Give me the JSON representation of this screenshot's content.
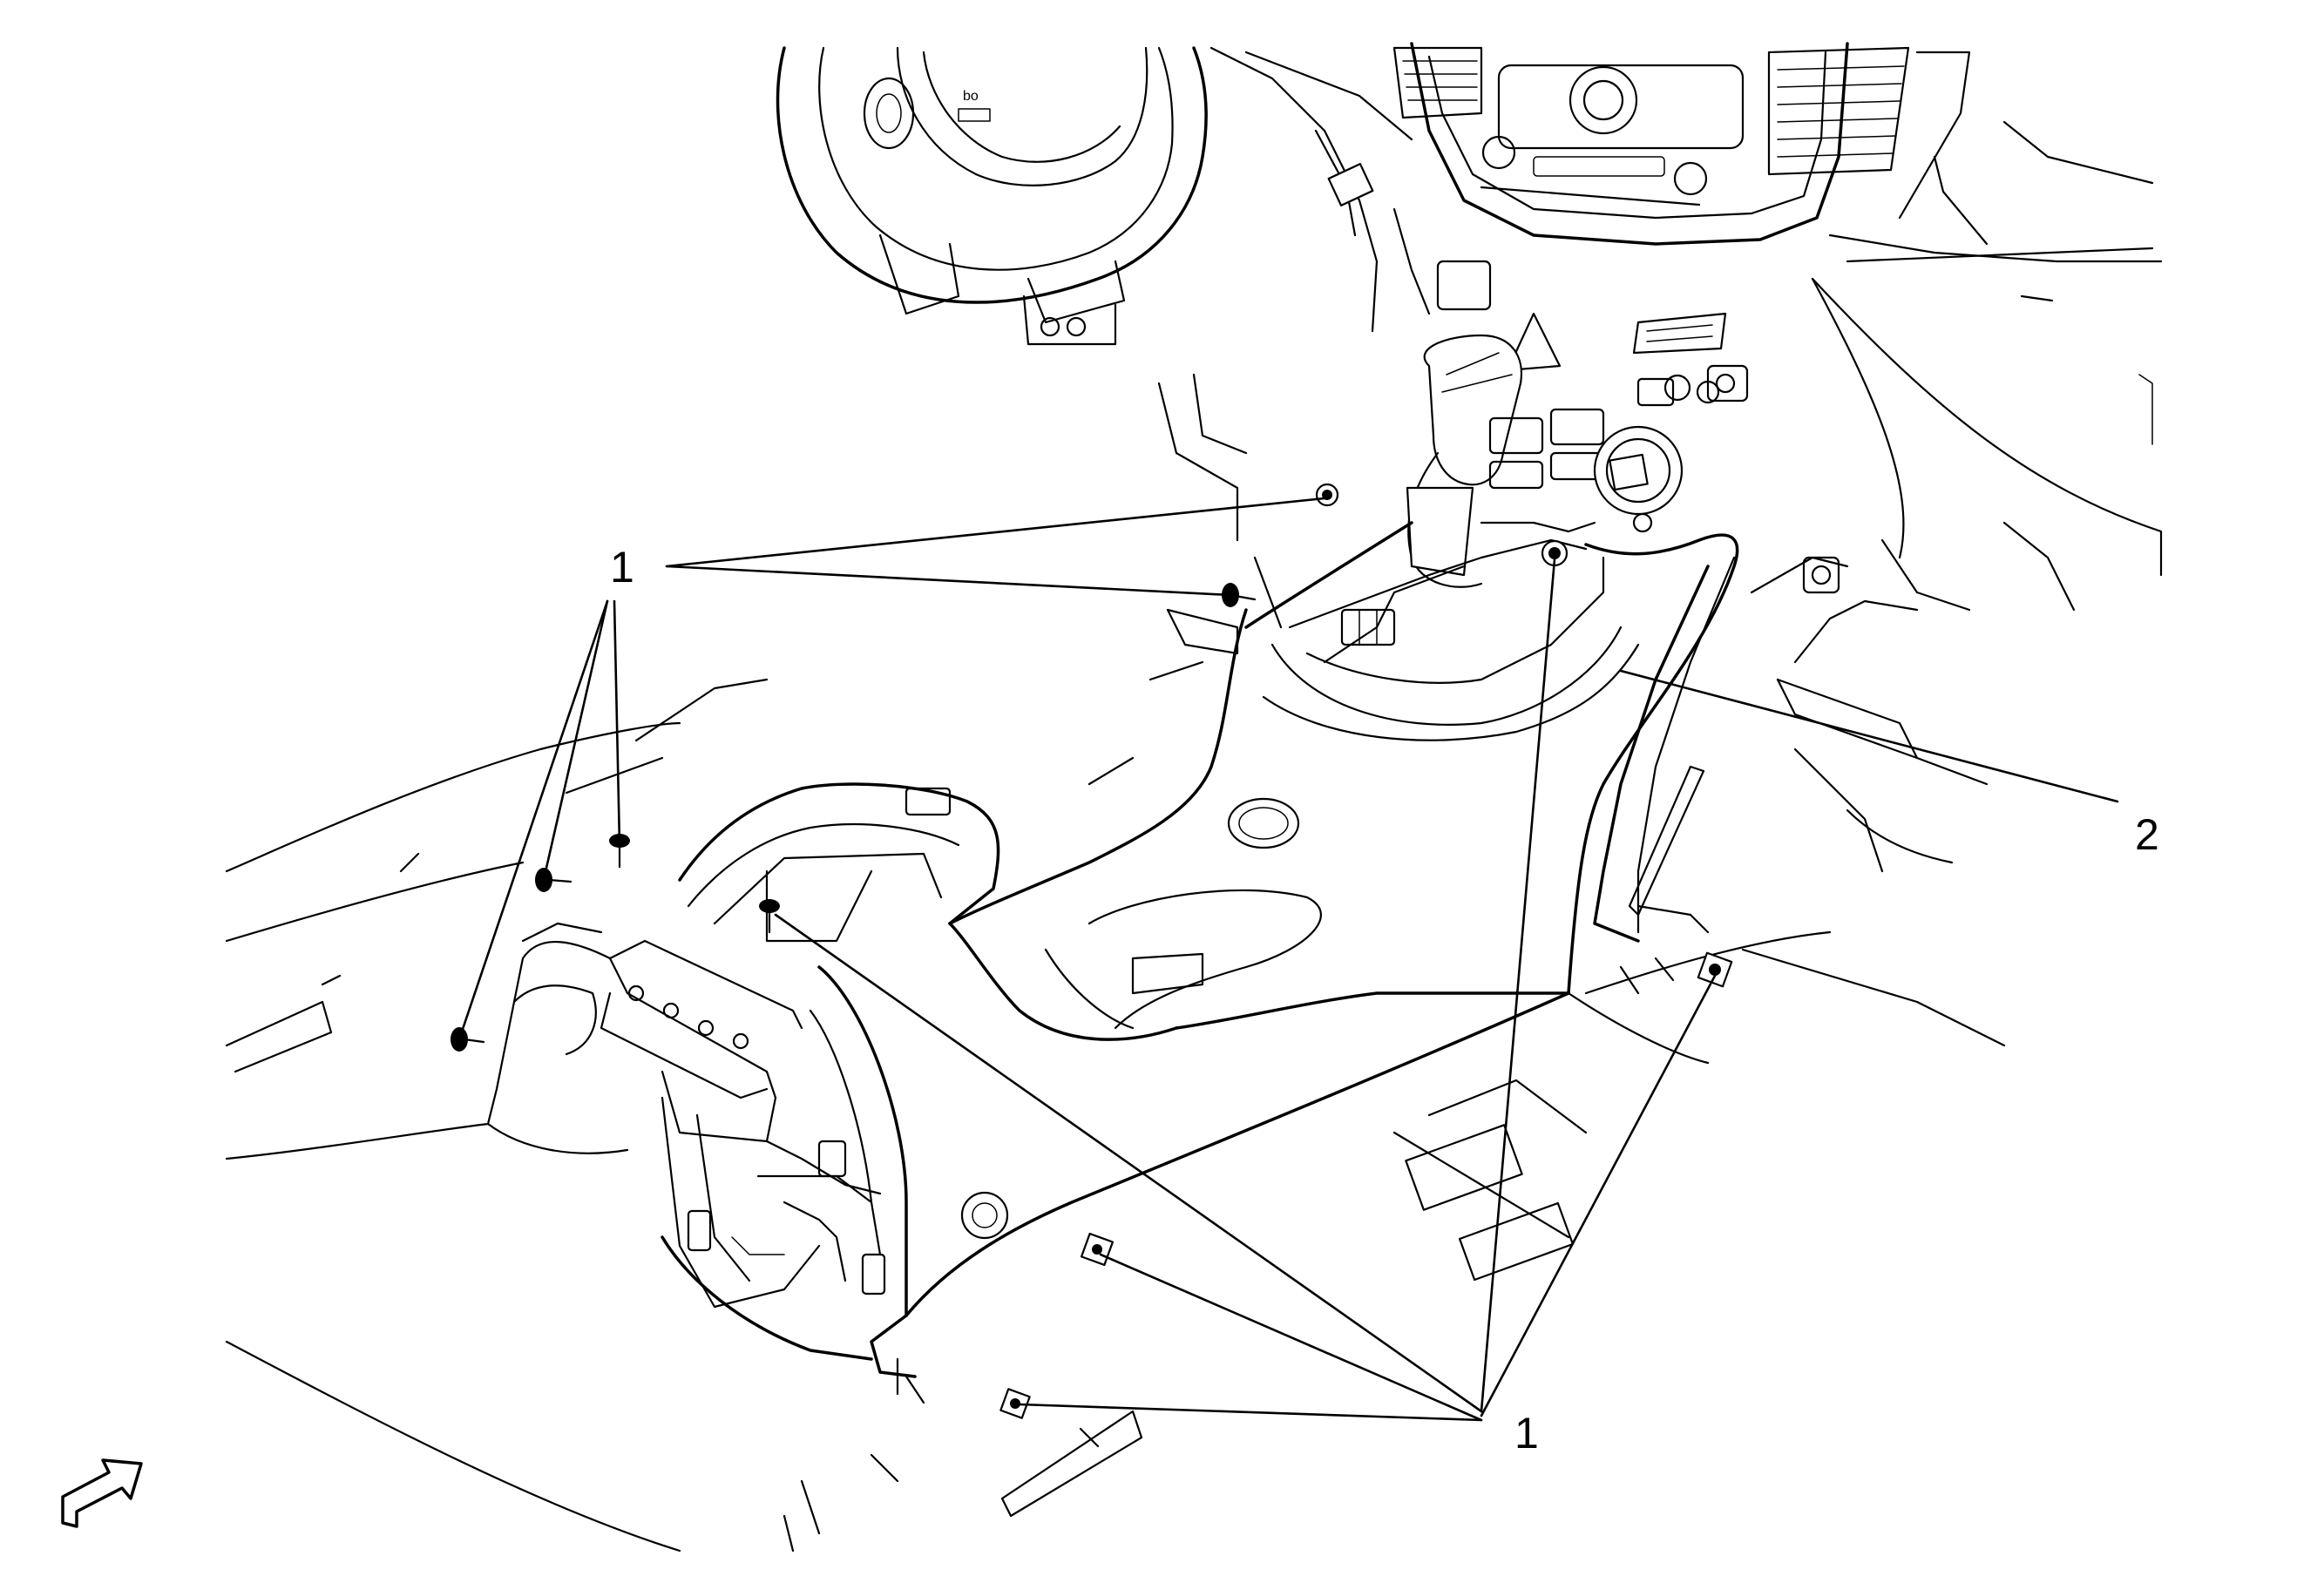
{
  "callouts": [
    {
      "id": "fasteners-upper",
      "label": "1"
    },
    {
      "id": "fasteners-lower",
      "label": "1"
    },
    {
      "id": "console",
      "label": "2"
    }
  ],
  "legend_icon": "front-view-arrow-icon"
}
